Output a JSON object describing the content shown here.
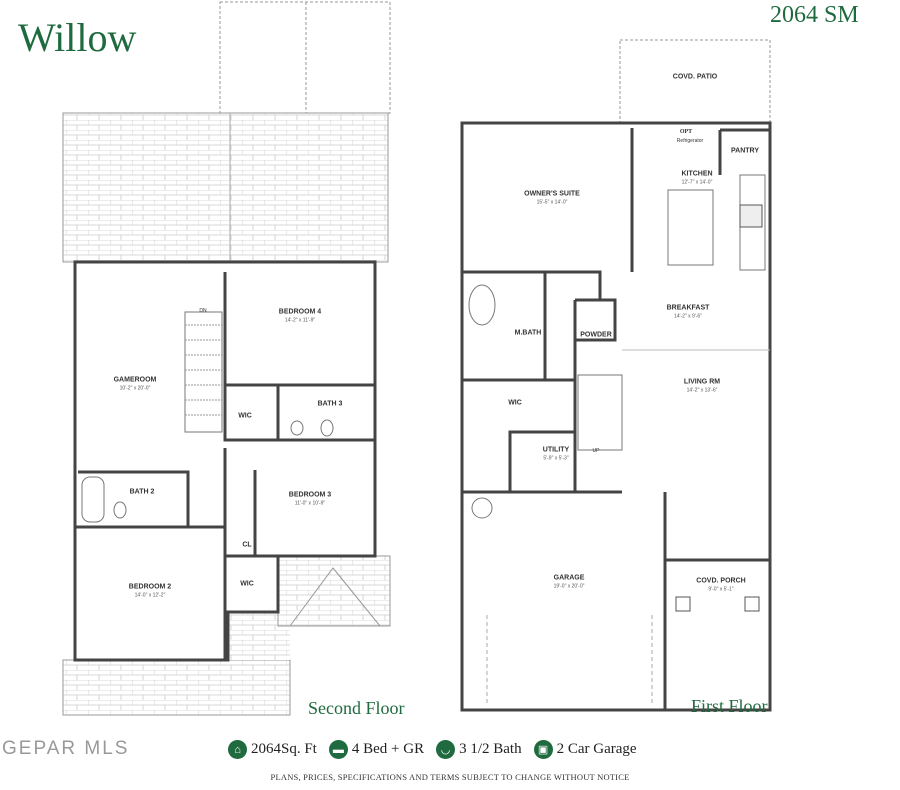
{
  "plan_name": "Willow",
  "plan_code": "2064 SM",
  "second_floor": {
    "label": "Second Floor",
    "rooms": [
      {
        "name": "GAMEROOM",
        "dim": "10'-2\" x 20'-0\""
      },
      {
        "name": "BEDROOM 4",
        "dim": "14'-2\" x 11'-9\""
      },
      {
        "name": "WIC",
        "dim": ""
      },
      {
        "name": "BATH 3",
        "dim": ""
      },
      {
        "name": "BATH 2",
        "dim": ""
      },
      {
        "name": "BEDROOM 3",
        "dim": "11'-0\" x 10'-9\""
      },
      {
        "name": "CL",
        "dim": ""
      },
      {
        "name": "BEDROOM 2",
        "dim": "14'-0\" x 12'-2\""
      },
      {
        "name": "WIC",
        "dim": ""
      }
    ],
    "stair_label": "DN"
  },
  "first_floor": {
    "label": "First Floor",
    "rooms": [
      {
        "name": "COVD. PATIO",
        "dim": ""
      },
      {
        "name": "OWNER'S SUITE",
        "dim": "15'-5\" x 14'-0\""
      },
      {
        "name": "KITCHEN",
        "dim": "12'-7\" x 14'-0\""
      },
      {
        "name": "PANTRY",
        "dim": ""
      },
      {
        "name": "BREAKFAST",
        "dim": "14'-2\" x 9'-6\""
      },
      {
        "name": "M.BATH",
        "dim": ""
      },
      {
        "name": "POWDER",
        "dim": ""
      },
      {
        "name": "LIVING RM",
        "dim": "14'-2\" x 13'-6\""
      },
      {
        "name": "WIC",
        "dim": ""
      },
      {
        "name": "UTILITY",
        "dim": "5'-9\" x 5'-3\""
      },
      {
        "name": "GARAGE",
        "dim": "19'-0\" x 20'-0\""
      },
      {
        "name": "COVD. PORCH",
        "dim": "9'-0\" x 5'-1\""
      }
    ],
    "opt_label": "OPT",
    "refrigerator_label": "Refrigerator",
    "stair_label": "UP"
  },
  "stats": [
    {
      "icon": "house-icon",
      "text": "2064Sq. Ft"
    },
    {
      "icon": "bed-icon",
      "text": "4 Bed + GR"
    },
    {
      "icon": "bathtub-icon",
      "text": "3 1/2 Bath"
    },
    {
      "icon": "car-icon",
      "text": "2 Car Garage"
    }
  ],
  "notice": "PLANS, PRICES, SPECIFICATIONS AND TERMS SUBJECT TO CHANGE WITHOUT NOTICE",
  "watermark": "GEPAR MLS",
  "colors": {
    "accent": "#1f6b3f",
    "wall": "#444444"
  }
}
